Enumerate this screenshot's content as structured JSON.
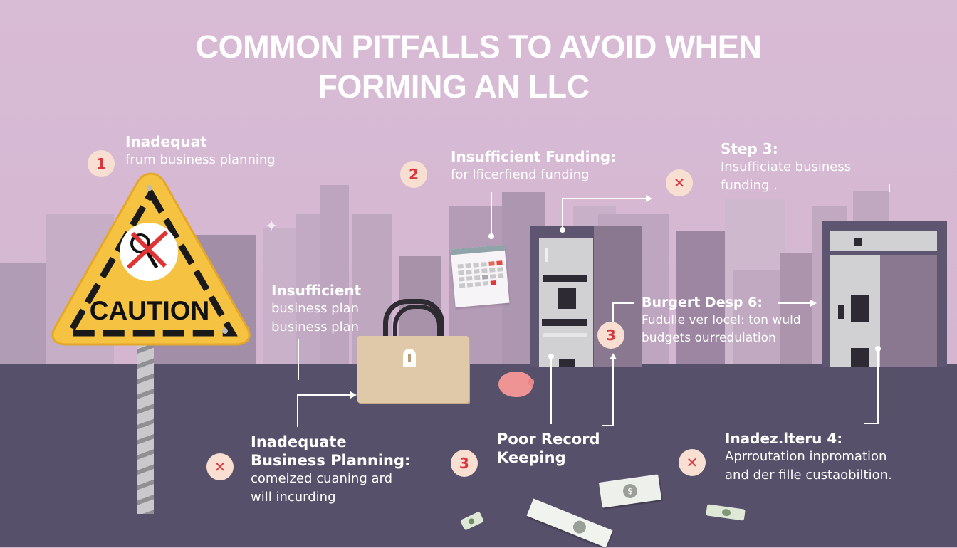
{
  "title": {
    "line1": "COMMON PITFALLS TO AVOID WHEN",
    "line2": "FORMING AN LLC"
  },
  "colors": {
    "sky": "#d6b9d3",
    "ground": "#57506a",
    "badge_bg": "#f9dfd1",
    "badge_fg": "#d9373f",
    "sign_yellow": "#f5c242",
    "text": "#ffffff"
  },
  "callouts": [
    {
      "id": "c1",
      "badge": "1",
      "heading": "Inadequat",
      "body": [
        "frum business planning"
      ]
    },
    {
      "id": "c2",
      "badge": "2",
      "heading": "Insufficient Funding:",
      "body": [
        "for lficerfiend funding"
      ]
    },
    {
      "id": "c3",
      "badge": "✕",
      "heading": "Step 3:",
      "body": [
        "Insufficiate business",
        "funding ."
      ]
    },
    {
      "id": "c4",
      "badge": "",
      "heading": "Insufficient",
      "body": [
        "business plan",
        "business plan"
      ]
    },
    {
      "id": "c5",
      "badge": "3",
      "heading": "Burgert Desp 6:",
      "body": [
        "Fudulle ver locel: ton wuld",
        "budgets ourredulation"
      ]
    },
    {
      "id": "c6",
      "badge": "✕",
      "heading": "Inadequate",
      "heading2": "Business Planning:",
      "body": [
        "comeized cuaning ard",
        "will incurding"
      ]
    },
    {
      "id": "c7",
      "badge": "3",
      "heading": "Poor Record",
      "heading2": "Keeping",
      "body": []
    },
    {
      "id": "c8",
      "badge": "✕",
      "heading": "Inadez.lteru 4:",
      "body": [
        "Aprroutation inpromation",
        "and der fille custaobiltion."
      ]
    }
  ],
  "sign": {
    "text": "CAUTION",
    "icon": "magnifier-crossed-icon"
  },
  "illustrations": [
    "caution-sign",
    "briefcase-with-lock",
    "calendar",
    "piggy-bank",
    "office-building",
    "office-building-right",
    "dollar-bills"
  ]
}
